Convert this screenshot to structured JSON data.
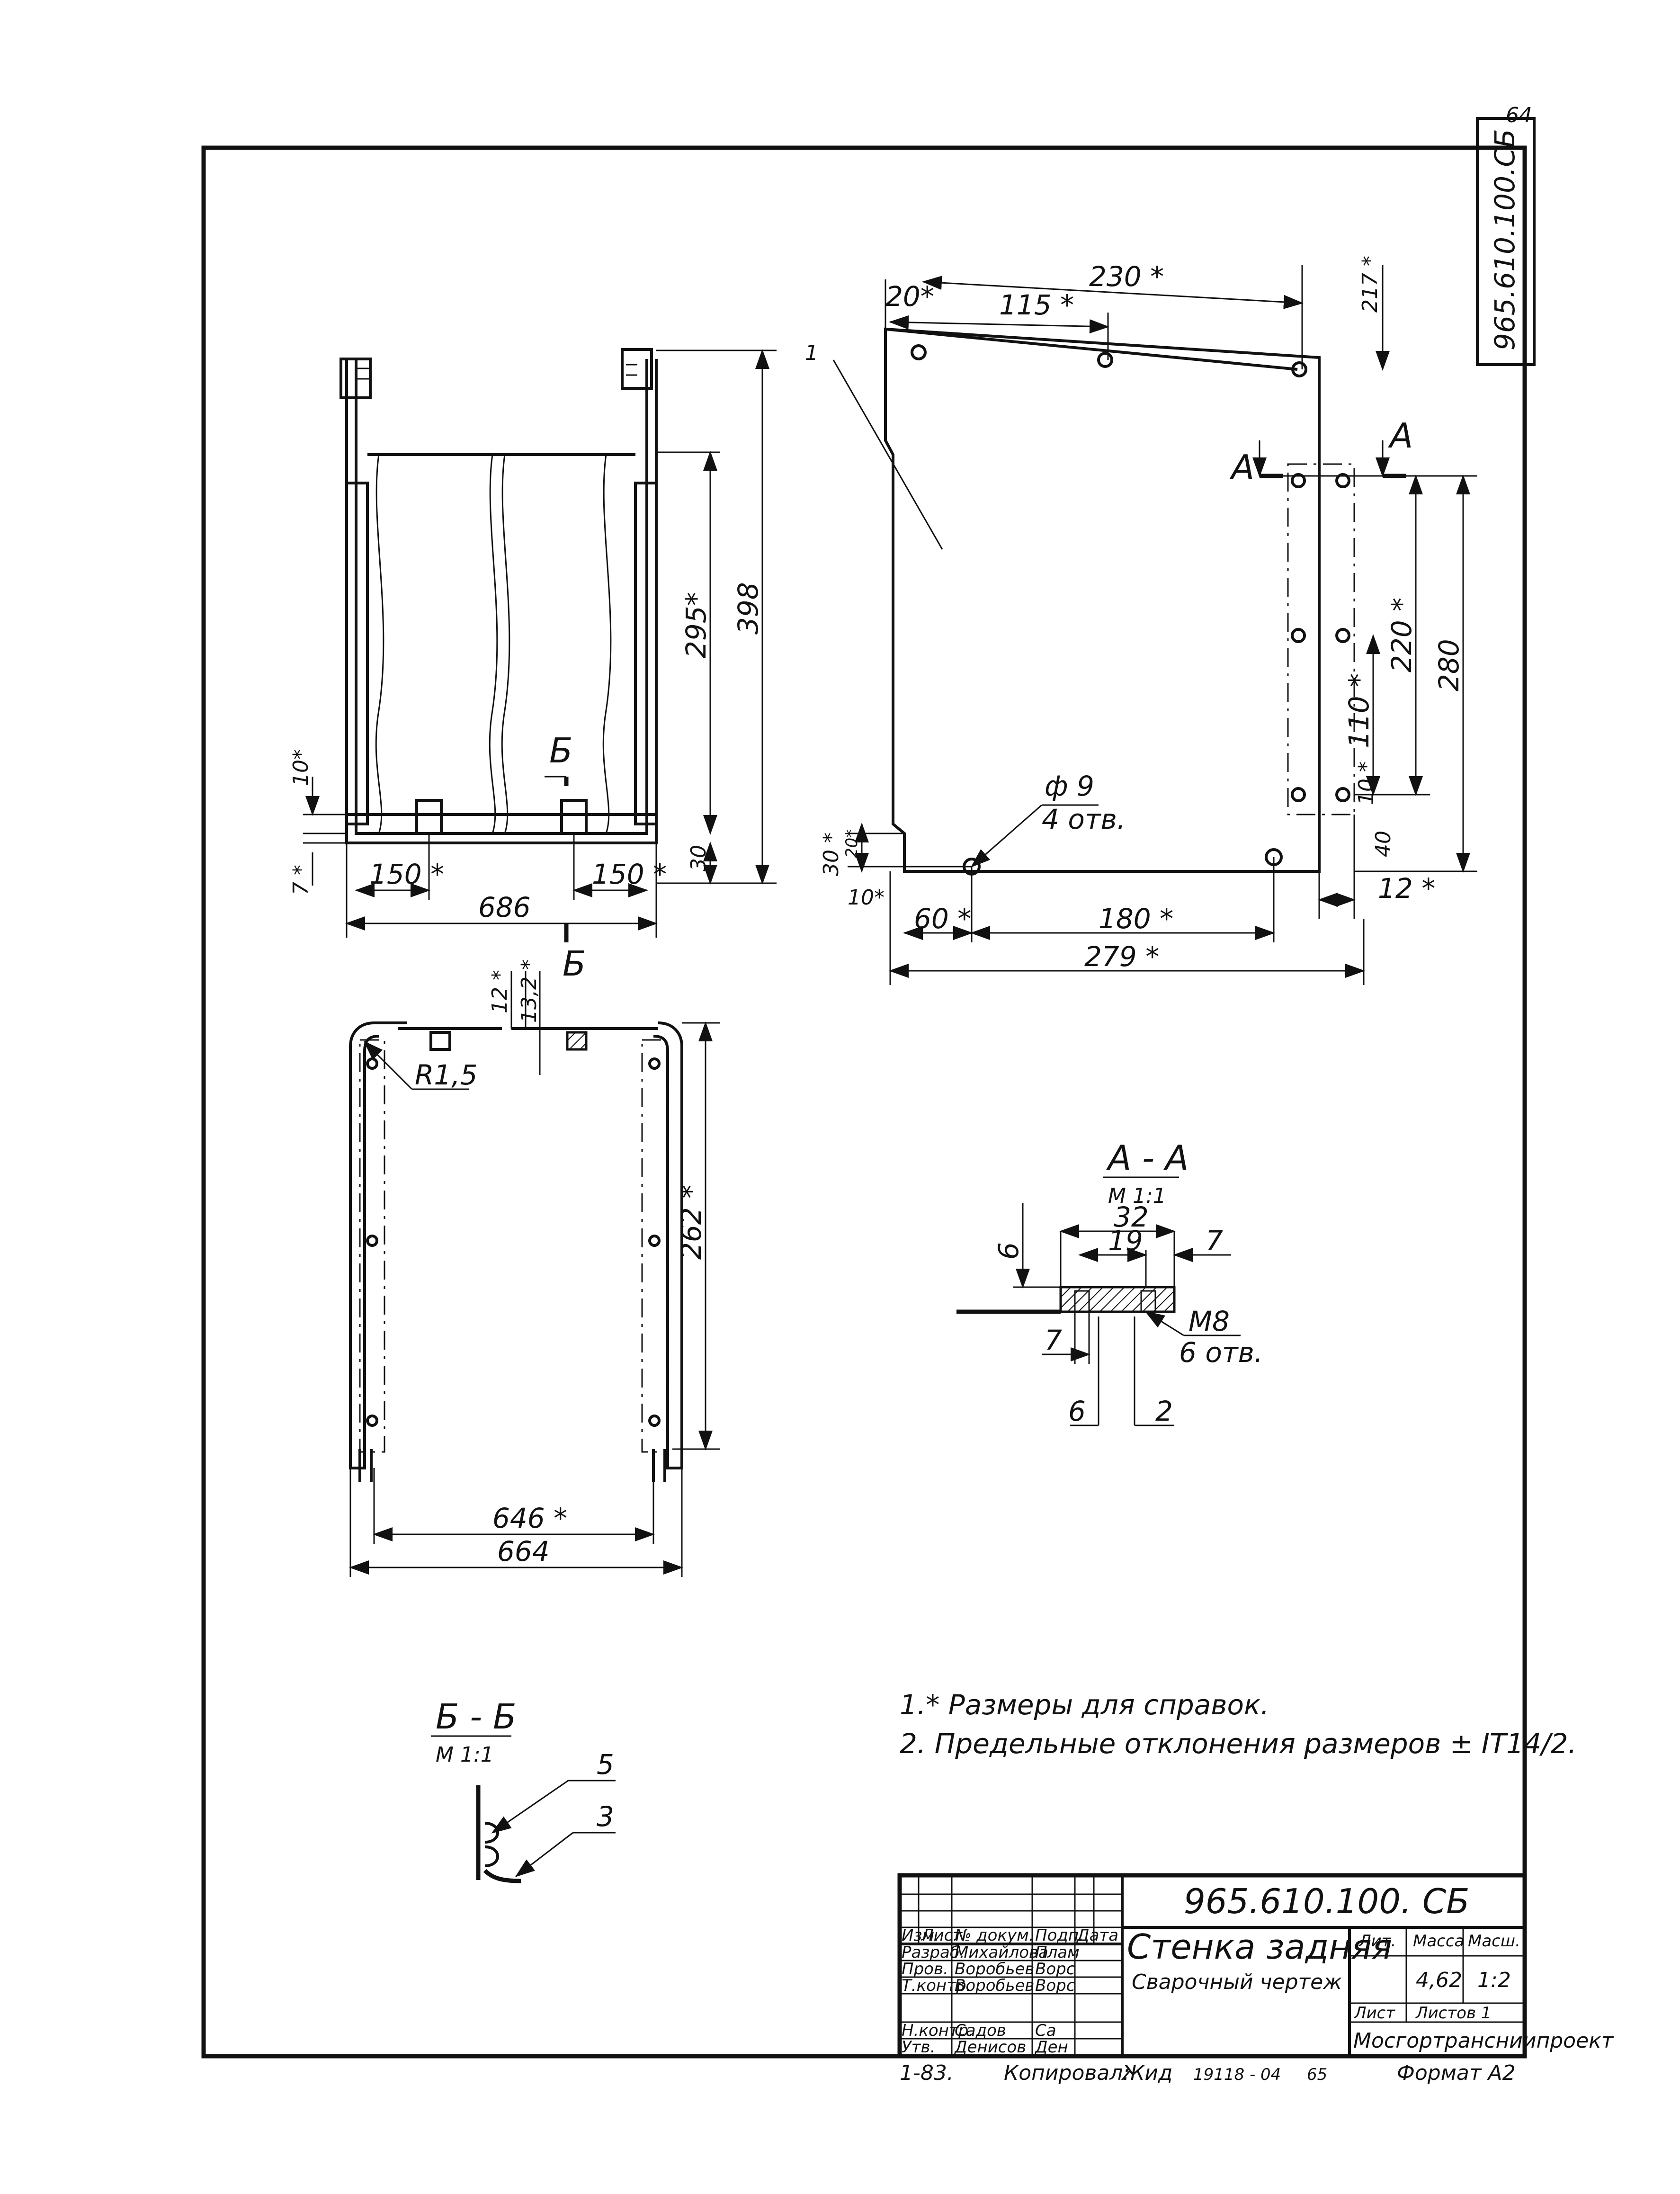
{
  "page_number": "64",
  "doc_code_vertical": "965.610.100.СБ",
  "views": {
    "side": {
      "leader_1": "1",
      "dim_230": "230 *",
      "dim_115": "115 *",
      "dim_20": "20*",
      "dim_217": "217 *",
      "cut_a_left": "А",
      "cut_a_right": "А",
      "dim_220": "220 *",
      "dim_280": "280",
      "dim_110": "110 *",
      "dim_10": "10 *",
      "dim_40": "40",
      "dim_12": "12 *",
      "hole_dia": "ф 9",
      "hole_count": "4 отв.",
      "dim_30": "30 *",
      "dim_20b": "20*",
      "dim_10b": "10*",
      "dim_60": "60 *",
      "dim_180": "180 *",
      "dim_279": "279 *"
    },
    "front": {
      "dim_295": "295*",
      "dim_398": "398",
      "cut_b_top": "Б",
      "cut_b_bottom": "Б",
      "dim_10": "10*",
      "dim_7": "7 *",
      "dim_150_left": "150 *",
      "dim_150_right": "150 *",
      "dim_30": "30",
      "dim_686": "686"
    },
    "top": {
      "dim_12": "12 *",
      "dim_13_2": "13,2 *",
      "radius": "R1,5",
      "dim_262": "262 *",
      "dim_646": "646 *",
      "dim_664": "664"
    },
    "section_aa": {
      "title": "А - А",
      "scale": "М 1:1",
      "dim_32": "32",
      "dim_19": "19",
      "dim_7_right": "7",
      "dim_6_left": "6",
      "dim_7_bottom": "7",
      "thread": "М8",
      "thread_count": "6 отв.",
      "leader_6": "6",
      "leader_2": "2"
    },
    "section_bb": {
      "title": "Б - Б",
      "scale": "М 1:1",
      "leader_5": "5",
      "leader_3": "3"
    }
  },
  "notes": [
    "1.* Размеры для справок.",
    "2. Предельные отклонения размеров ± ІТ14/2."
  ],
  "title_block": {
    "designation": "965.610.100. СБ",
    "title": "Стенка задняя",
    "subtitle": "Сварочный чертеж",
    "col_lit": "Лит.",
    "col_mass": "Масса",
    "col_scale": "Масш.",
    "mass": "4,62",
    "scale": "1:2",
    "sheet_label": "Лист",
    "sheets_label": "Листов 1",
    "organization": "Мосгортрансниипроект",
    "header_cells": [
      "Изм.",
      "Лист",
      "№ докум.",
      "Подп.",
      "Дата"
    ],
    "rows": [
      {
        "role": "Разраб.",
        "name": "Михайлова",
        "sign": "Плам"
      },
      {
        "role": "Пров.",
        "name": "Воробьев",
        "sign": "Ворс"
      },
      {
        "role": "Т.контр.",
        "name": "Воробьев",
        "sign": "Ворс"
      },
      {
        "role": "",
        "name": "",
        "sign": ""
      },
      {
        "role": "Н.контр.",
        "name": "Садов",
        "sign": "Са"
      },
      {
        "role": "Утв.",
        "name": "Денисов",
        "sign": "Ден"
      }
    ]
  },
  "footer": {
    "left_code": "1-83.",
    "copied": "Копировал:",
    "copied_sign": "Жид",
    "order": "19118 - 04",
    "order_sheet": "65",
    "format": "Формат А2"
  }
}
